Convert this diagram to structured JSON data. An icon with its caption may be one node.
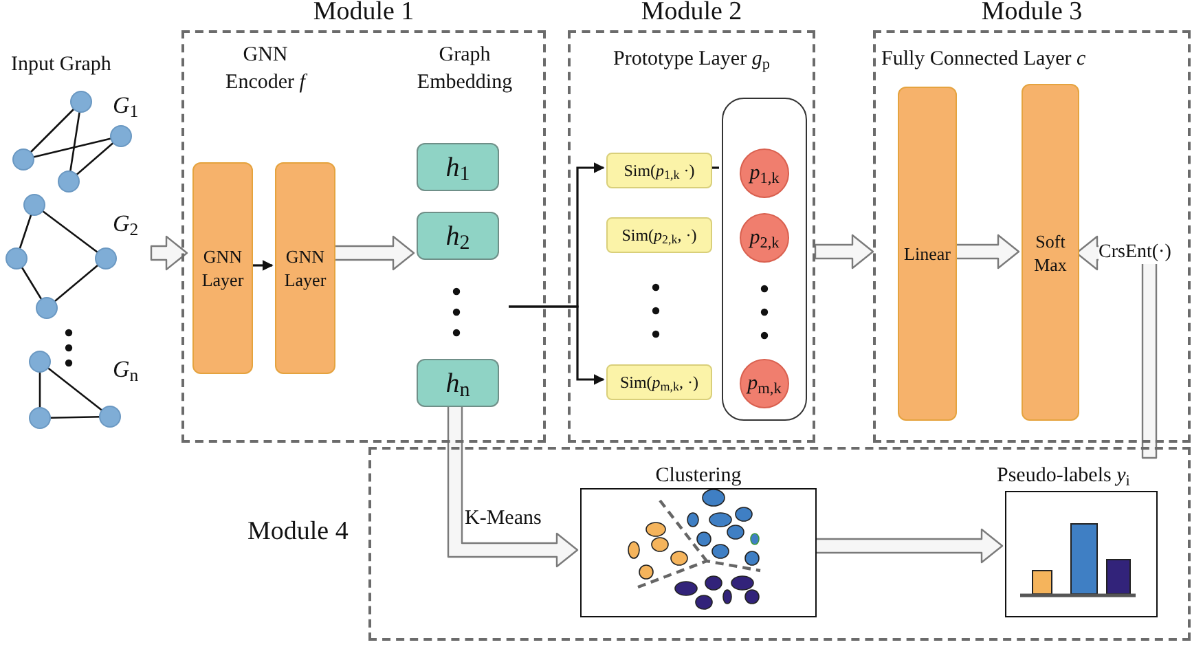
{
  "diagram": {
    "nodes": [
      {
        "text": [
          "Input Graph"
        ]
      },
      {
        "text": [
          "*G*$_{1}$"
        ]
      },
      {
        "text": [
          "*G*$_{2}$"
        ]
      },
      {
        "text": [
          "*G*$_{n}$"
        ]
      },
      {
        "text": [
          "Module 1"
        ]
      },
      {
        "text": [
          "GNN Encoder *f*"
        ],
        "in": 4
      },
      {
        "text": [
          "GNN Layer"
        ],
        "in": 5
      },
      {
        "text": [
          "GNN Layer"
        ],
        "in": 5
      },
      {
        "text": [
          "Graph Embedding"
        ],
        "in": 4
      },
      {
        "text": [
          "*h*$_{1}$"
        ],
        "in": 4
      },
      {
        "text": [
          "*h*$_{2}$"
        ],
        "in": 4
      },
      {
        "text": [
          "*h*$_{n}$"
        ],
        "in": 4
      },
      {
        "text": [
          "Module 2",
          "Prototype Layer *g*$_{p}$"
        ]
      },
      {
        "text": [
          "Sim(*p*$_{1,k}$ ·)"
        ],
        "in": 12
      },
      {
        "text": [
          "Sim(*p*$_{2,k}$, ·)"
        ],
        "in": 12
      },
      {
        "text": [
          "Sim(*p*$_{m,k}$, ·)"
        ],
        "in": 12
      },
      {
        "text": [],
        "shape": "box",
        "in": 12
      },
      {
        "text": [
          "*p*$_{1,k}$"
        ],
        "in": 16
      },
      {
        "text": [
          "*p*$_{2,k}$"
        ],
        "in": 16
      },
      {
        "text": [
          "*p*$_{m,k}$"
        ],
        "in": 16
      },
      {
        "text": [
          "Module 3",
          "Fully Connected Layer *c*"
        ]
      },
      {
        "text": [
          "Linear"
        ],
        "in": 20
      },
      {
        "text": [
          "Soft Max"
        ],
        "in": 20
      },
      {
        "text": [
          "Module 4"
        ]
      },
      {
        "text": [
          "Clustering"
        ],
        "in": 23
      },
      {
        "text": [
          "Pseudo-labels *y*$_{i}$"
        ],
        "in": 23
      }
    ],
    "edges": [
      {
        "from": 2,
        "to": 5,
        "arrow": "to",
        "style": "thick"
      },
      {
        "from": 6,
        "to": 7,
        "arrow": "to"
      },
      {
        "from": 7,
        "to": 10,
        "arrow": "to",
        "style": "thick"
      },
      {
        "from": null,
        "to": 13,
        "arrow": "to"
      },
      {
        "from": null,
        "to": 15,
        "arrow": "to"
      },
      {
        "from": 13,
        "to": 16,
        "arrow": "none"
      },
      {
        "from": 12,
        "to": 20,
        "arrow": "to",
        "style": "thick"
      },
      {
        "from": 21,
        "to": 22,
        "arrow": "to",
        "style": "thick"
      },
      {
        "from": 11,
        "to": 24,
        "arrow": "to",
        "style": "thick",
        "label": "K-Means"
      },
      {
        "from": 24,
        "to": 25,
        "arrow": "to",
        "style": "thick"
      },
      {
        "from": 25,
        "to": 22,
        "arrow": "to",
        "style": "thick",
        "label": "CrsEnt(·)"
      }
    ]
  }
}
